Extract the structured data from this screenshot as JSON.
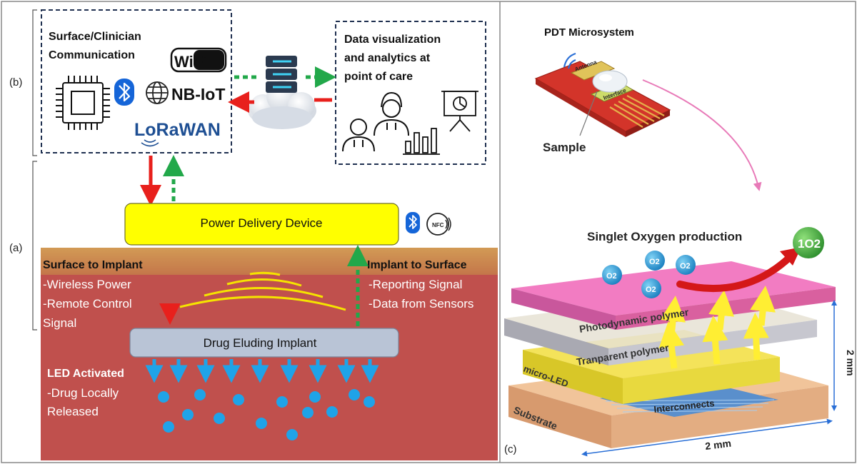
{
  "panel_labels": {
    "b": "(b)",
    "a": "(a)",
    "c": "(c)"
  },
  "communication_box": {
    "title_line1": "Surface/Clinician",
    "title_line2": "Communication",
    "wifi_logo": "WiFi",
    "nbiot_label": "NB-IoT",
    "lorawan_label": "LoRaWAN"
  },
  "analytics_box": {
    "line1": "Data visualization",
    "line2": "and analytics at",
    "line3": "point of care"
  },
  "power_device_label": "Power Delivery Device",
  "nfc_label": "NFC",
  "surface_to_implant": {
    "title": "Surface to Implant",
    "line1": "-Wireless Power",
    "line2": "-Remote Control",
    "line3": "Signal"
  },
  "implant_to_surface": {
    "title": "Implant to Surface",
    "line1": "-Reporting Signal",
    "line2": "-Data from Sensors"
  },
  "implant_label": "Drug Eluding Implant",
  "led_activated": {
    "title": "LED Activated",
    "line1": "-Drug Locally",
    "line2": "Released"
  },
  "pdt": {
    "title": "PDT Microsystem",
    "antenna_label": "Antenna",
    "interface_label": "Interface",
    "sample_label": "Sample",
    "singlet_label": "Singlet Oxygen production",
    "o2_label": "O2",
    "singlet_oxygen_label": "1O2",
    "layers": {
      "photodynamic": "Photodynamic polymer",
      "transparent": "Tranparent polymer",
      "microled": "micro-LED",
      "interconnects": "Interconnects",
      "substrate": "Substrate"
    },
    "dim_height": "2 mm",
    "dim_width": "2 mm"
  },
  "colors": {
    "skin": "#c98a4a",
    "tissue": "#c0504d",
    "power_device": "#ffff00",
    "implant": "#b9c4d6",
    "signal_red": "#e8201c",
    "signal_green": "#22a84a",
    "drug": "#1fa3e8",
    "wave": "#f5e400",
    "bluetooth": "#1565d8"
  }
}
